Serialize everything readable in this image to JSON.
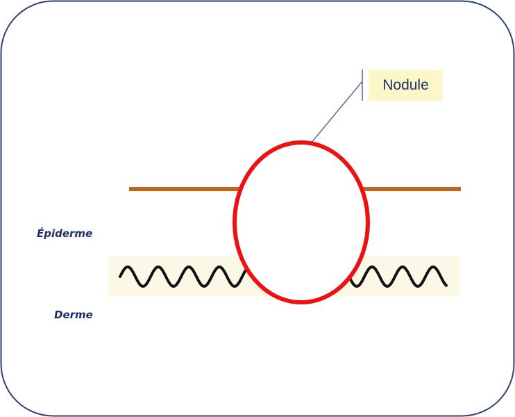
{
  "labels": {
    "nodule": "Nodule",
    "epidermis": "Épiderme",
    "dermis": "Derme"
  },
  "colors": {
    "frame_border": "#2f4170",
    "epidermis_line": "#c5651c",
    "dermis_band": "#fbf8e6",
    "dermis_wave": "#111111",
    "nodule_outline": "#ee1111",
    "leader_line": "#3c4f86",
    "callout_fill": "#fbf7c9",
    "label_text": "#1f2f6b"
  }
}
